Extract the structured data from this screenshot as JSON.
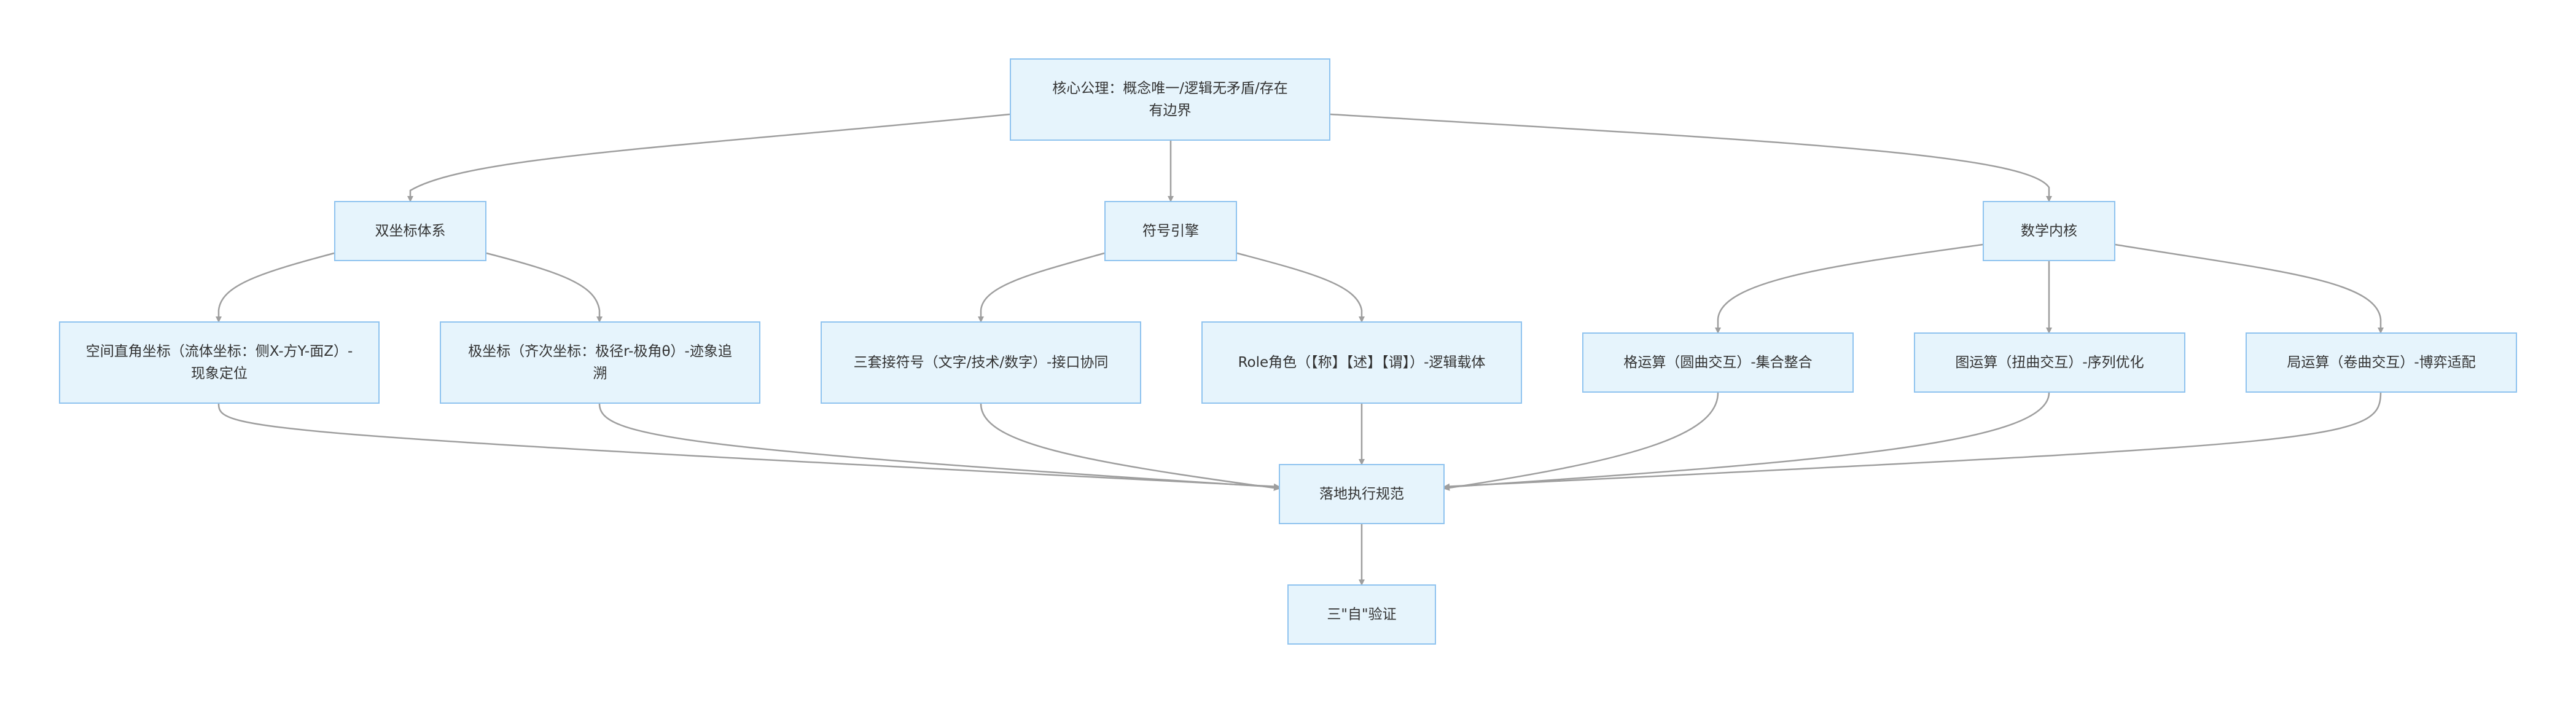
{
  "diagram": {
    "type": "flowchart",
    "nodes": {
      "axiom": "核心公理：概念唯一/逻辑无矛盾/存在有边界",
      "dual_coord": "双坐标体系",
      "symbol_engine": "符号引擎",
      "math_kernel": "数学内核",
      "cartesian": "空间直角坐标（流体坐标：侧X-方Y-面Z）-现象定位",
      "polar": "极坐标（齐次坐标：极径r-极角θ）-迹象追溯",
      "triple_symbol": "三套接符号（文字/技术/数字）-接口协同",
      "role": "Role角色（【称】【述】【谓】）-逻辑载体",
      "lattice_op": "格运算（圆曲交互）-集合整合",
      "graph_op": "图运算（扭曲交互）-序列优化",
      "game_op": "局运算（卷曲交互）-博弈适配",
      "execution": "落地执行规范",
      "verification": "三\"自\"验证"
    },
    "edges": [
      {
        "from": "axiom",
        "to": "dual_coord"
      },
      {
        "from": "axiom",
        "to": "symbol_engine"
      },
      {
        "from": "axiom",
        "to": "math_kernel"
      },
      {
        "from": "dual_coord",
        "to": "cartesian"
      },
      {
        "from": "dual_coord",
        "to": "polar"
      },
      {
        "from": "symbol_engine",
        "to": "triple_symbol"
      },
      {
        "from": "symbol_engine",
        "to": "role"
      },
      {
        "from": "math_kernel",
        "to": "lattice_op"
      },
      {
        "from": "math_kernel",
        "to": "graph_op"
      },
      {
        "from": "math_kernel",
        "to": "game_op"
      },
      {
        "from": "cartesian",
        "to": "execution"
      },
      {
        "from": "polar",
        "to": "execution"
      },
      {
        "from": "triple_symbol",
        "to": "execution"
      },
      {
        "from": "role",
        "to": "execution"
      },
      {
        "from": "lattice_op",
        "to": "execution"
      },
      {
        "from": "graph_op",
        "to": "execution"
      },
      {
        "from": "game_op",
        "to": "execution"
      },
      {
        "from": "execution",
        "to": "verification"
      }
    ]
  },
  "colors": {
    "node_fill": "#e6f4fc",
    "node_border": "#8fc3ef",
    "edge": "#9e9e9e",
    "text": "#333333"
  }
}
